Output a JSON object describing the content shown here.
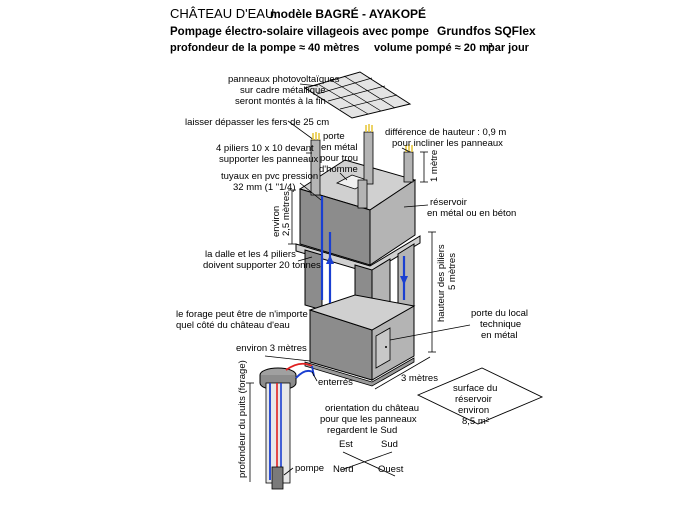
{
  "title": {
    "line1a": "CHÂTEAU D'EAU",
    "line1b": "modèle BAGRÉ - AYAKOPÉ",
    "line2a": "Pompage électro-solaire villageois avec pompe",
    "line2b": "Grundfos SQFlex",
    "line3a": "profondeur de la pompe ≈ 40 mètres",
    "line3b": "volume pompé ≈ 20 m³",
    "line3c": "par jour"
  },
  "labels": {
    "panels": [
      "panneaux photovoltaïques",
      "sur cadre métallique",
      "seront montés à la fin"
    ],
    "rebar": "laisser dépasser les fers de 25 cm",
    "door_top": [
      "porte",
      "en métal",
      "pour trou",
      "d'homme"
    ],
    "height_diff": [
      "différence de hauteur : 0,9 m",
      "pour incliner les panneaux"
    ],
    "four_pillars": [
      "4 piliers 10 x 10 devant",
      "supporter les panneaux"
    ],
    "one_metre": "1 mètre",
    "pipes": [
      "tuyaux en pvc pression",
      "32 mm (1 \"1/4)"
    ],
    "reservoir": [
      "réservoir",
      "en métal ou en béton"
    ],
    "approx_25": [
      "environ",
      "2,5 mètres"
    ],
    "slab": [
      "la dalle et les 4 piliers",
      "doivent supporter 20 tonnes"
    ],
    "pillar_height": [
      "hauteur des piliers",
      "5 mètres"
    ],
    "borehole_side": [
      "le forage peut être de n'importe",
      "quel côté du château d'eau"
    ],
    "tech_door": [
      "porte du local",
      "technique",
      "en métal"
    ],
    "approx_3m": "environ 3 mètres",
    "three_m": "3 mètres",
    "buried": "enterrés",
    "surface": [
      "surface du",
      "réservoir",
      "environ",
      "8,5 m²"
    ],
    "well_depth": "profondeur du puits (forage)",
    "orientation": [
      "orientation du château",
      "pour que les panneaux",
      "regardent le Sud"
    ],
    "pump": "pompe",
    "compass": {
      "est": "Est",
      "sud": "Sud",
      "nord": "Nord",
      "ouest": "Ouest"
    }
  },
  "colors": {
    "pipe_blue": "#1a3fd1",
    "pipe_red": "#e02020",
    "tower_front": "#8c8c8c",
    "tower_side": "#b4b4b4",
    "tower_top": "#d0d0d0",
    "rebar": "#e8c840"
  }
}
